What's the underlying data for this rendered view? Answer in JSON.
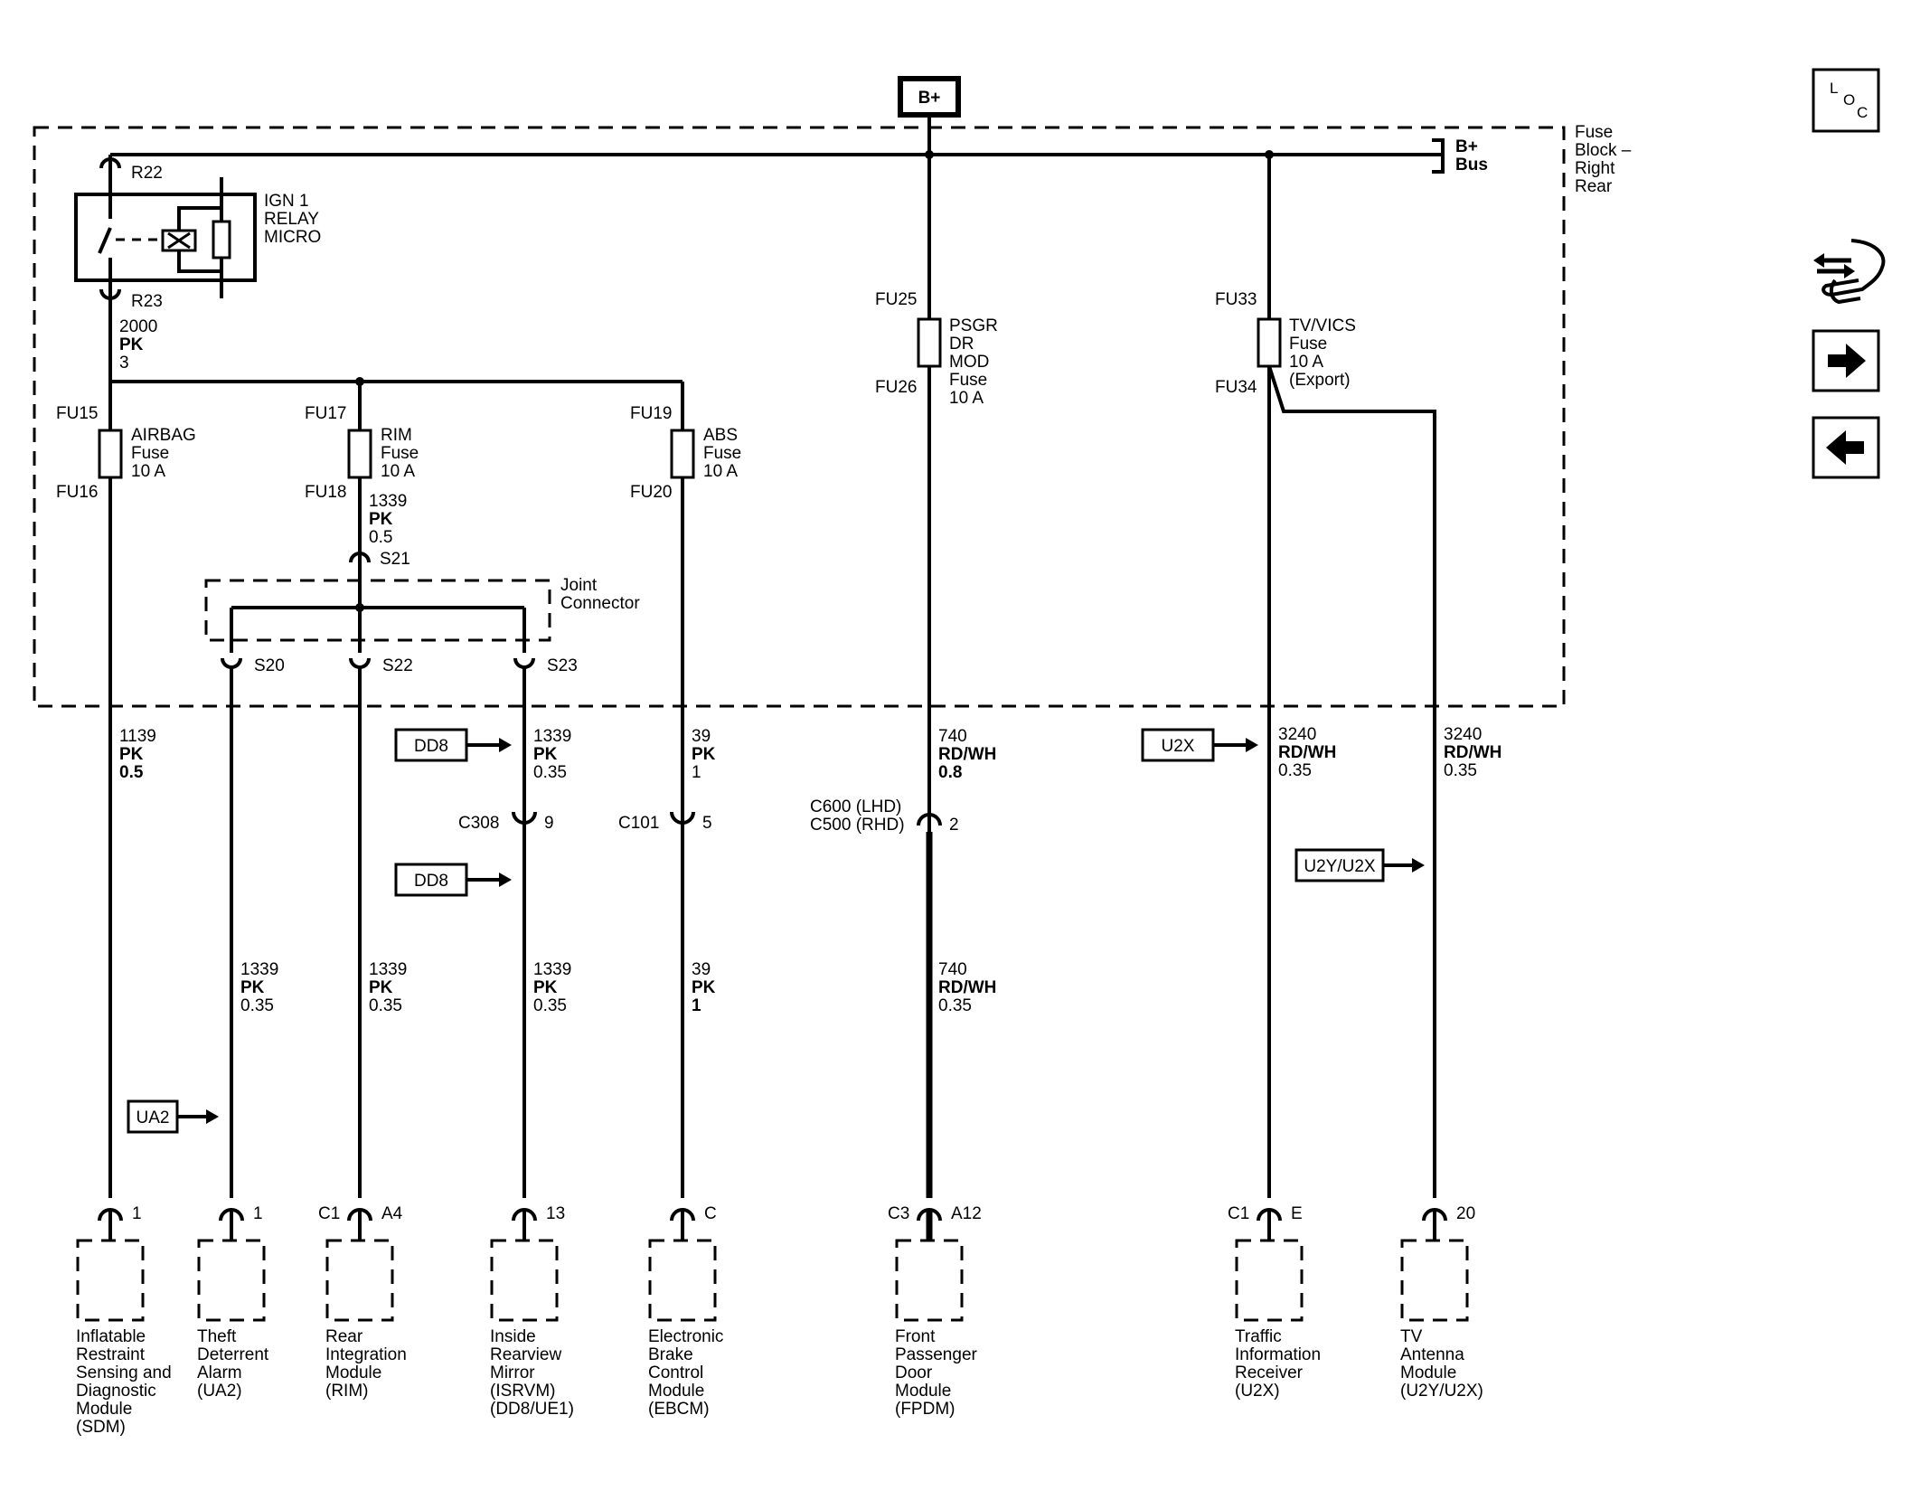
{
  "top": {
    "power_label": "B+"
  },
  "fuse_block": {
    "lines": [
      "Fuse",
      "Block –",
      "Right",
      "Rear"
    ],
    "bus_lines": [
      "B+",
      "Bus"
    ]
  },
  "relay": {
    "pin_in": "R22",
    "pin_out": "R23",
    "name_lines": [
      "IGN 1",
      "RELAY",
      "MICRO"
    ],
    "wire_lines": [
      "2000",
      "PK",
      "3"
    ]
  },
  "fuses": [
    {
      "id": "airbag",
      "top": "FU15",
      "bottom": "FU16",
      "name_lines": [
        "AIRBAG",
        "Fuse",
        "10 A"
      ]
    },
    {
      "id": "rim",
      "top": "FU17",
      "bottom": "FU18",
      "name_lines": [
        "RIM",
        "Fuse",
        "10 A"
      ]
    },
    {
      "id": "abs",
      "top": "FU19",
      "bottom": "FU20",
      "name_lines": [
        "ABS",
        "Fuse",
        "10 A"
      ]
    },
    {
      "id": "psgr",
      "top": "FU25",
      "bottom": "FU26",
      "name_lines": [
        "PSGR",
        "DR",
        "MOD",
        "Fuse",
        "10 A"
      ]
    },
    {
      "id": "tvvics",
      "top": "FU33",
      "bottom": "FU34",
      "name_lines": [
        "TV/VICS",
        "Fuse",
        "10 A",
        "(Export)"
      ]
    }
  ],
  "joint": {
    "splice_in": "S21",
    "lines": [
      "Joint",
      "Connector"
    ],
    "splices": [
      "S20",
      "S22",
      "S23"
    ],
    "wire_in": [
      "1339",
      "PK",
      "0.5"
    ]
  },
  "wires": {
    "sdm": [
      "1139",
      "PK",
      "0.5"
    ],
    "dd8_top": [
      "1339",
      "PK",
      "0.35"
    ],
    "abs_top": [
      "39",
      "PK",
      "1"
    ],
    "fpdm_top": [
      "740",
      "RD/WH",
      "0.8"
    ],
    "u2x_top": [
      "3240",
      "RD/WH",
      "0.35"
    ],
    "tva_top": [
      "3240",
      "RD/WH",
      "0.35"
    ],
    "ua2": [
      "1339",
      "PK",
      "0.35"
    ],
    "rim": [
      "1339",
      "PK",
      "0.35"
    ],
    "dd8_bottom": [
      "1339",
      "PK",
      "0.35"
    ],
    "abs_bottom": [
      "39",
      "PK",
      "1"
    ],
    "fpdm_bottom": [
      "740",
      "RD/WH",
      "0.35"
    ]
  },
  "connectors": {
    "c308": "C308",
    "c308_pin": "9",
    "c101": "C101",
    "c101_pin": "5",
    "c600": "C600 (LHD)",
    "c500": "C500 (RHD)",
    "c500_pin": "2"
  },
  "options": {
    "dd8_a": "DD8",
    "dd8_b": "DD8",
    "u2x": "U2X",
    "u2y_u2x": "U2Y/U2X",
    "ua2": "UA2"
  },
  "modules": [
    {
      "id": "sdm",
      "conn": "",
      "pin": "1",
      "name_lines": [
        "Inflatable",
        "Restraint",
        "Sensing and",
        "Diagnostic",
        "Module",
        "(SDM)"
      ]
    },
    {
      "id": "ua2",
      "conn": "",
      "pin": "1",
      "name_lines": [
        "Theft",
        "Deterrent",
        "Alarm",
        "(UA2)"
      ]
    },
    {
      "id": "rim",
      "conn": "C1",
      "pin": "A4",
      "name_lines": [
        "Rear",
        "Integration",
        "Module",
        "(RIM)"
      ]
    },
    {
      "id": "isrvm",
      "conn": "",
      "pin": "13",
      "name_lines": [
        "Inside",
        "Rearview",
        "Mirror",
        "(ISRVM)",
        "(DD8/UE1)"
      ]
    },
    {
      "id": "ebcm",
      "conn": "",
      "pin": "C",
      "name_lines": [
        "Electronic",
        "Brake",
        "Control",
        "Module",
        "(EBCM)"
      ]
    },
    {
      "id": "fpdm",
      "conn": "C3",
      "pin": "A12",
      "name_lines": [
        "Front",
        "Passenger",
        "Door",
        "Module",
        "(FPDM)"
      ]
    },
    {
      "id": "tir",
      "conn": "C1",
      "pin": "E",
      "name_lines": [
        "Traffic",
        "Information",
        "Receiver",
        "(U2X)"
      ]
    },
    {
      "id": "tva",
      "conn": "",
      "pin": "20",
      "name_lines": [
        "TV",
        "Antenna",
        "Module",
        "(U2Y/U2X)"
      ]
    }
  ],
  "nav": {
    "loc_l": "L",
    "loc_o": "O",
    "loc_c": "C"
  }
}
